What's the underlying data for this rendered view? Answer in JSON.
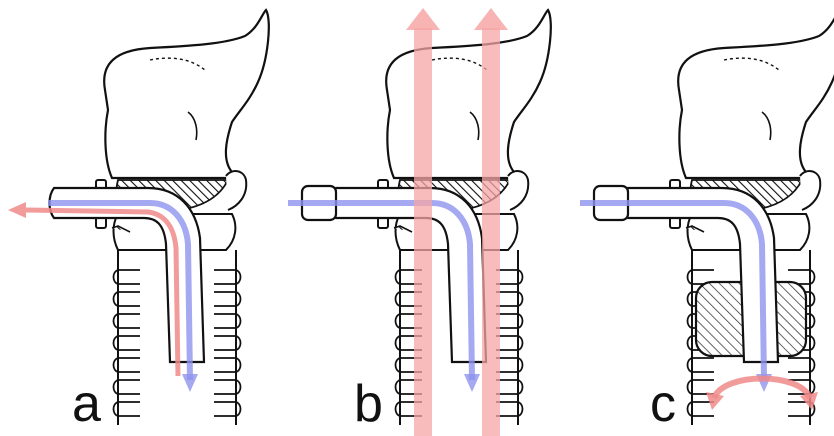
{
  "panels": [
    {
      "label": "a"
    },
    {
      "label": "b"
    },
    {
      "label": "c"
    }
  ],
  "colors": {
    "line": "#111111",
    "air_blue": "#8f94ee",
    "air_red": "#f08a8a",
    "red_column": "#f7a6a6",
    "cartilage_fill": "#ffffff"
  }
}
